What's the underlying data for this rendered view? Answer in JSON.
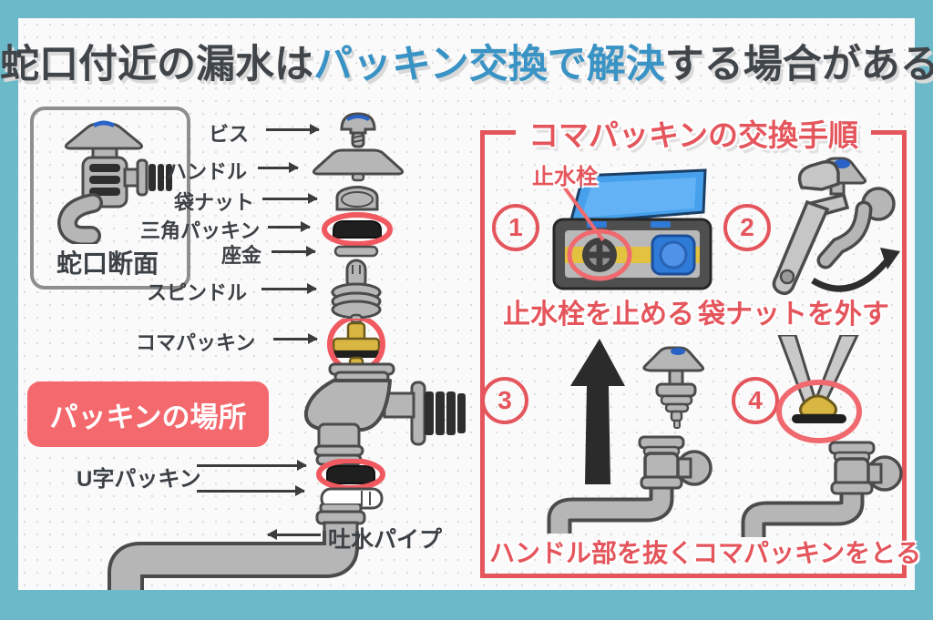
{
  "title": {
    "pre": "蛇口付近の漏水は",
    "highlight": "パッキン交換で解決",
    "post": "する場合がある"
  },
  "left": {
    "cross_section_label": "蛇口断面",
    "packing_location_label": "パッキンの場所",
    "part_labels": {
      "screw": "ビス",
      "handle": "ハンドル",
      "cap_nut": "袋ナット",
      "triangle_packing": "三角パッキン",
      "washer": "座金",
      "spindle": "スピンドル",
      "koma_packing": "コマパッキン",
      "u_packing": "U字パッキン",
      "spout_pipe": "吐水パイプ"
    }
  },
  "panel": {
    "title": "コマパッキンの交換手順",
    "steps": [
      {
        "number": "1",
        "annotation": "止水栓",
        "caption": "止水栓を止める"
      },
      {
        "number": "2",
        "caption": "袋ナットを外す"
      },
      {
        "number": "3",
        "caption": "ハンドル部を抜く"
      },
      {
        "number": "4",
        "caption": "コマパッキンをとる"
      }
    ]
  },
  "colors": {
    "frame_teal": "#6cb9c9",
    "accent_red": "#e4555c",
    "location_tag_coral": "#f4696e",
    "title_blue": "#3a93c5",
    "title_dark": "#40454a",
    "part_gray": "#b6b6b6",
    "part_outline": "#4b4b4b",
    "packing_black": "#1f1f1f",
    "koma_yellow": "#d9b542",
    "lid_blue": "#4aa2ee",
    "meter_blue": "#2f7bd8"
  }
}
